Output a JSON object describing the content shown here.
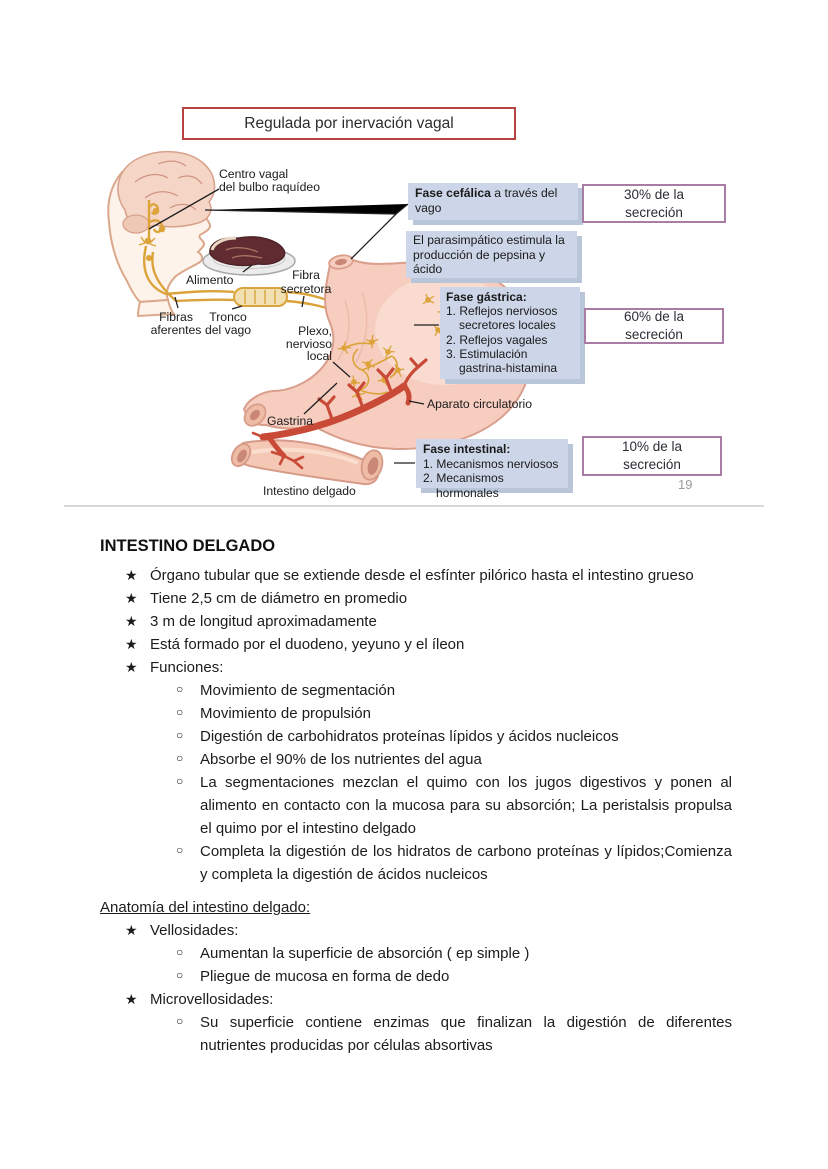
{
  "slide": {
    "title": "Regulada por inervación vagal",
    "page_number": "19",
    "boxes": {
      "cefalica": {
        "bold": "Fase cefálica",
        "rest": " a través del vago"
      },
      "parasimpatico": "El parasimpático estimula la producción de pepsina y ácido",
      "gastrica": {
        "title": "Fase gástrica:",
        "items": [
          "1. Reflejos nerviosos secretores locales",
          "2. Reflejos vagales",
          "3. Estimulación gastrina-histamina"
        ]
      },
      "intestinal": {
        "title": "Fase intestinal:",
        "items": [
          "1. Mecanismos nerviosos",
          "2. Mecanismos hormonales"
        ]
      },
      "pct30": [
        "30% de la",
        "secreción"
      ],
      "pct60": [
        "60% de la",
        "secreción"
      ],
      "pct10": [
        "10% de la",
        "secreción"
      ]
    },
    "labels": {
      "centro_vagal": [
        "Centro vagal",
        "del bulbo raquídeo"
      ],
      "alimento": "Alimento",
      "fibra_secretora": [
        "Fibra",
        "secretora"
      ],
      "fibras_aferentes": [
        "Fibras",
        "aferentes"
      ],
      "tronco_vago": [
        "Tronco",
        "del vago"
      ],
      "plexo": [
        "Plexo,",
        "nervioso",
        "local"
      ],
      "gastrina": "Gastrina",
      "aparato": "Aparato circulatorio",
      "intestino": "Intestino delgado"
    },
    "colors": {
      "title_border": "#b5433f",
      "bluebox_fill": "#ccd6e8",
      "bluebox_shadow": "#b9c5d9",
      "pct_border": "#a97ca6",
      "nerve": "#dba339",
      "artery": "#c94a37",
      "organ_fill": "#f6cdbf",
      "organ_stroke": "#da9e8c"
    }
  },
  "doc": {
    "heading": "INTESTINO DELGADO",
    "star": "★",
    "circle": "○",
    "s1": {
      "b1": "Órgano tubular que se extiende desde el esfínter pilórico hasta el intestino grueso",
      "b2": "Tiene 2,5 cm de diámetro en promedio",
      "b3": "3 m de longitud aproximadamente",
      "b4": "Está formado por el duodeno, yeyuno y el íleon",
      "b5": "Funciones:",
      "f1": "Movimiento de segmentación",
      "f2": "Movimiento de propulsión",
      "f3": "Digestión de carbohidratos proteínas lípidos y ácidos nucleicos",
      "f4": "Absorbe el 90% de los nutrientes del agua",
      "f5": "La segmentaciones mezclan el quimo con los jugos digestivos y ponen al alimento en contacto con la mucosa para su absorción; La peristalsis propulsa el quimo por el intestino delgado",
      "f6": "Completa la digestión de los hidratos de carbono proteínas y lípidos;Comienza y completa la digestión de ácidos nucleicos"
    },
    "s2": {
      "heading": "Anatomía del intestino delgado:",
      "b1": "Vellosidades:",
      "v1": "Aumentan la superficie de absorción ( ep simple )",
      "v2": "Pliegue de mucosa en forma de dedo",
      "b2": "Microvellosidades:",
      "m1": "Su superficie contiene enzimas que finalizan la digestión de diferentes nutrientes producidas por células absortivas"
    }
  }
}
